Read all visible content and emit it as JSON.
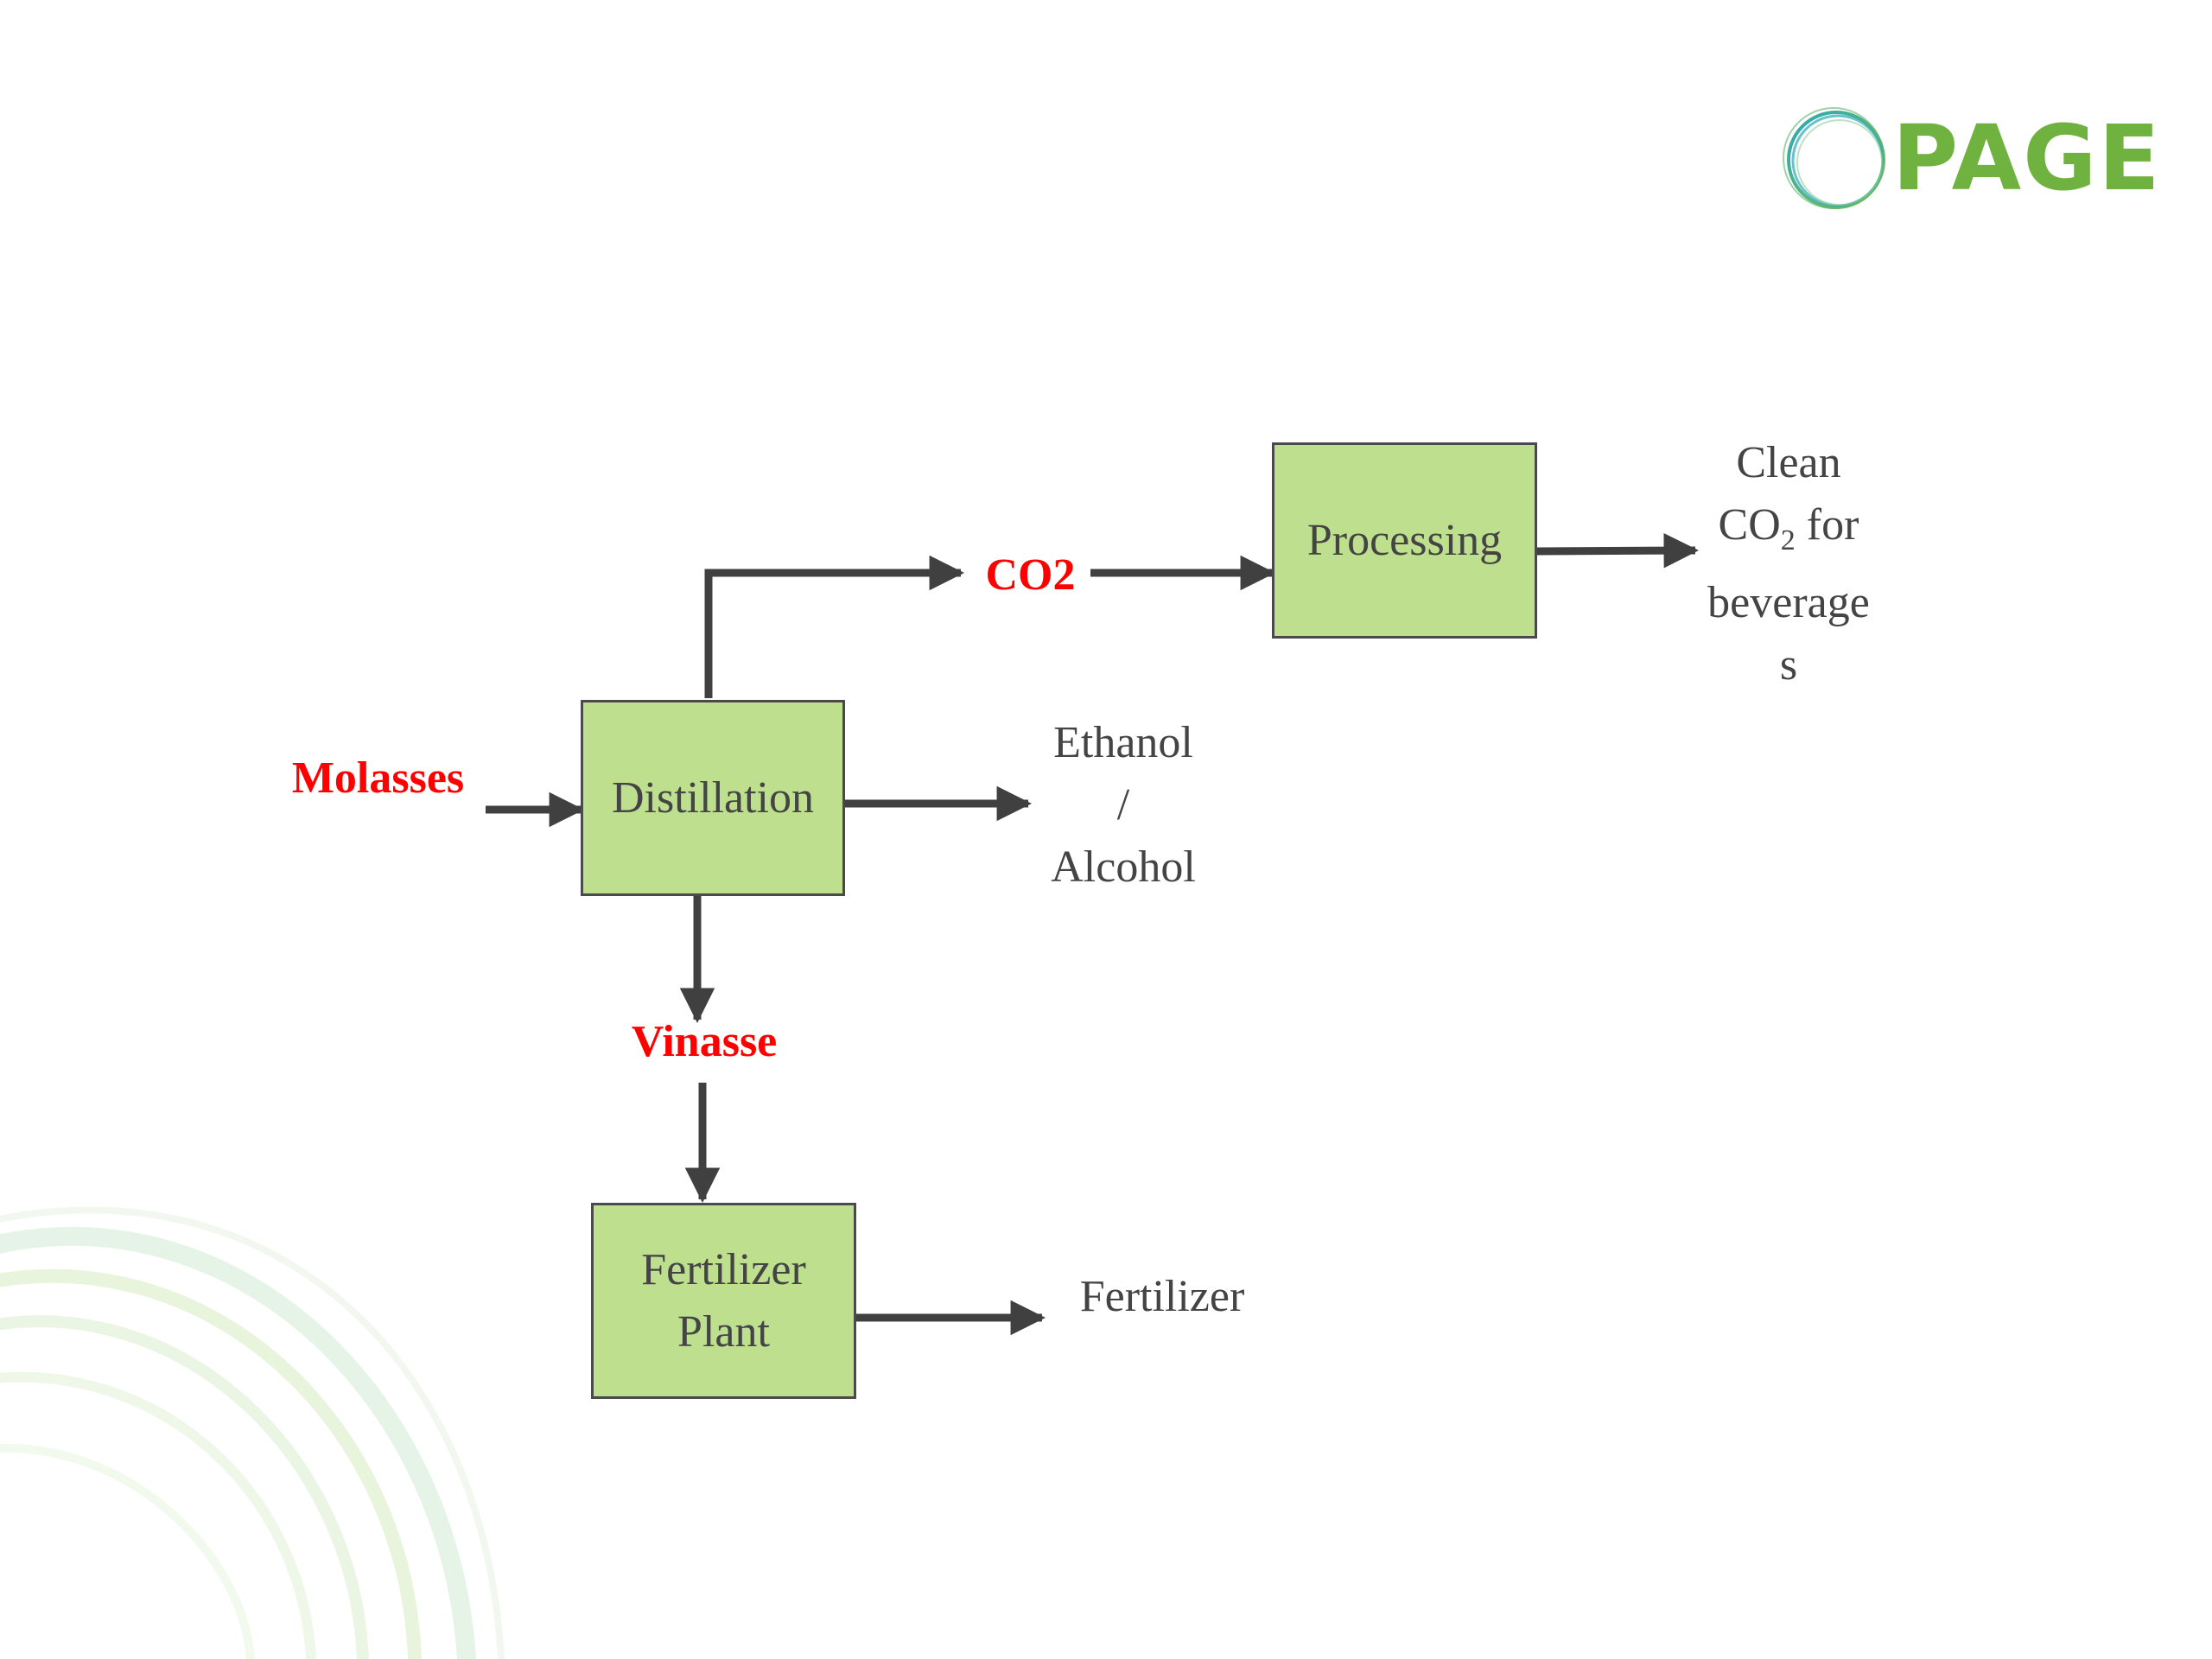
{
  "logo": {
    "text": "PAGE",
    "colors": {
      "ring_teal": "#2aa7b8",
      "ring_green": "#6fb23f"
    }
  },
  "diagram": {
    "inputs": {
      "molasses": "Molasses",
      "co2": "CO2",
      "vinasse": "Vinasse"
    },
    "processes": {
      "distillation": "Distillation",
      "processing": "Processing",
      "fertilizer_plant": [
        "Fertilizer",
        "Plant"
      ]
    },
    "outputs": {
      "ethanol": [
        "Ethanol",
        "/",
        "Alcohol"
      ],
      "clean_co2": {
        "line1": "Clean",
        "co": "CO",
        "sub": "2",
        "rest": " for",
        "line3": "beverages"
      },
      "fertilizer": "Fertilizer"
    },
    "colors": {
      "box_fill": "#bddf8e",
      "box_border": "#4a4a4a",
      "arrow": "#404040",
      "input_label": "#ff0000",
      "text": "#444444"
    }
  }
}
